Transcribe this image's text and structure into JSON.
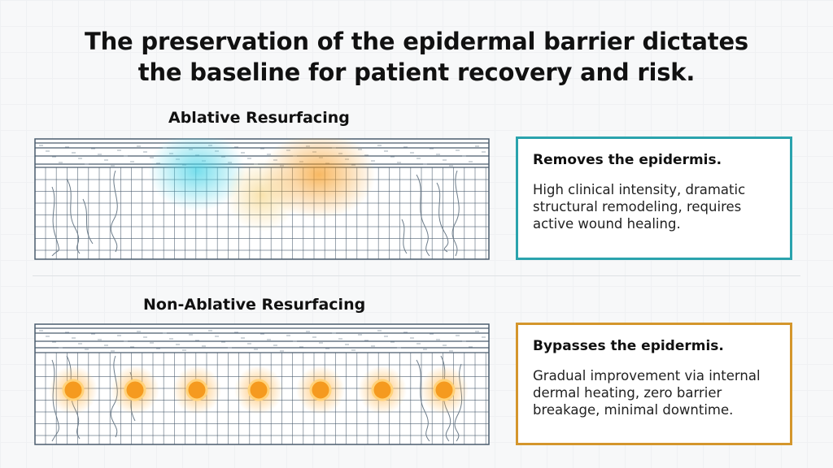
{
  "title_lines": [
    "The preservation of the epidermal barrier dictates",
    "the baseline for patient recovery and risk."
  ],
  "colors": {
    "ablative_accent": "#2aa3ad",
    "non_ablative_accent": "#d4962c",
    "heat_orange": "#f59a1f",
    "cool_cyan": "#49d3e6",
    "grid_line": "#4a5c6e"
  },
  "ablative": {
    "label": "Ablative Resurfacing",
    "card_heading": "Removes the epidermis.",
    "card_body_lines": [
      "High clinical intensity, dramatic",
      "structural remodeling, requires",
      "active wound healing."
    ]
  },
  "non_ablative": {
    "label": "Non-Ablative Resurfacing",
    "card_heading": "Bypasses the epidermis.",
    "card_body_lines": [
      "Gradual improvement via internal",
      "dermal heating, zero barrier",
      "breakage, minimal downtime."
    ],
    "heat_spot_count": 7
  }
}
